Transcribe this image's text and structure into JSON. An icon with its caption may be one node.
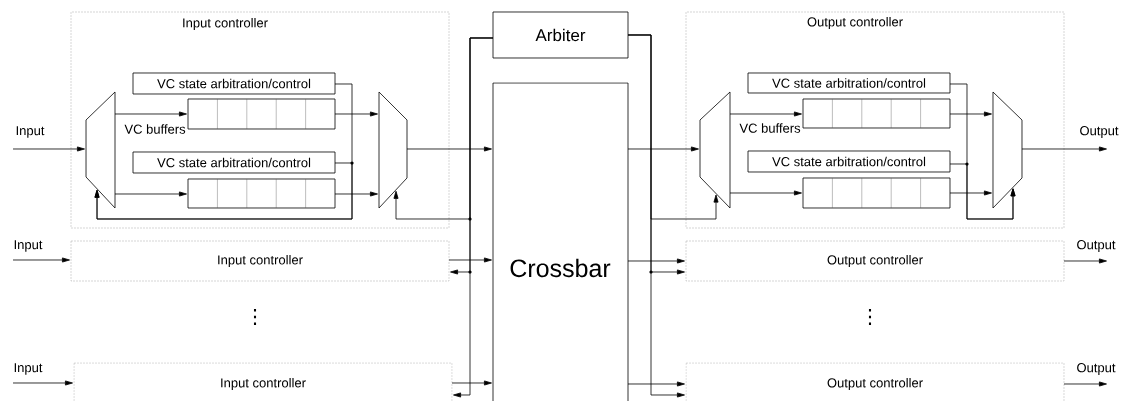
{
  "diagram": {
    "nodes": [
      {
        "text": [
          "Input controller"
        ]
      },
      {
        "text": [],
        "shape": "trapezoid",
        "in": 0
      },
      {
        "text": [
          "VC state arbitration/control"
        ],
        "in": 0
      },
      {
        "text": [],
        "shape": "box",
        "in": 0,
        "beside": [
          "VC buffers"
        ]
      },
      {
        "text": [
          "VC state arbitration/control"
        ],
        "in": 0
      },
      {
        "text": [],
        "shape": "box",
        "in": 0
      },
      {
        "text": [],
        "shape": "trapezoid",
        "in": 0
      },
      {
        "text": [
          "Arbiter"
        ]
      },
      {
        "text": [
          "Crossbar"
        ]
      },
      {
        "text": [
          "Output controller"
        ]
      },
      {
        "text": [],
        "shape": "trapezoid",
        "in": 9
      },
      {
        "text": [
          "VC state arbitration/control"
        ],
        "in": 9
      },
      {
        "text": [],
        "shape": "box",
        "in": 9,
        "beside": [
          "VC buffers"
        ]
      },
      {
        "text": [
          "VC state arbitration/control"
        ],
        "in": 9
      },
      {
        "text": [],
        "shape": "box",
        "in": 9
      },
      {
        "text": [],
        "shape": "trapezoid",
        "in": 9
      },
      {
        "text": [
          "Input controller"
        ]
      },
      {
        "text": [
          "Input controller"
        ]
      },
      {
        "text": [
          "Output controller"
        ]
      },
      {
        "text": [
          "Output controller"
        ]
      }
    ],
    "edges": [
      {
        "from": null,
        "to": 1,
        "arrow": "to",
        "label": "Input"
      },
      {
        "from": 1,
        "to": 3,
        "arrow": "to"
      },
      {
        "from": 1,
        "to": 5,
        "arrow": "to"
      },
      {
        "from": 3,
        "to": 6,
        "arrow": "to"
      },
      {
        "from": 5,
        "to": 6,
        "arrow": "to"
      },
      {
        "from": 2,
        "to": 1,
        "arrow": "to"
      },
      {
        "from": 4,
        "to": 1,
        "arrow": "to"
      },
      {
        "from": 6,
        "to": 8,
        "arrow": "to"
      },
      {
        "from": 7,
        "to": 6,
        "arrow": "to"
      },
      {
        "from": 7,
        "to": 16,
        "arrow": "to"
      },
      {
        "from": 7,
        "to": 17,
        "arrow": "to"
      },
      {
        "from": null,
        "to": 16,
        "arrow": "to",
        "label": "Input"
      },
      {
        "from": 16,
        "to": 8,
        "arrow": "to"
      },
      {
        "from": null,
        "to": 17,
        "arrow": "to",
        "label": "Input"
      },
      {
        "from": 17,
        "to": 8,
        "arrow": "to"
      },
      {
        "from": 8,
        "to": 10,
        "arrow": "to"
      },
      {
        "from": 10,
        "to": 12,
        "arrow": "to"
      },
      {
        "from": 10,
        "to": 14,
        "arrow": "to"
      },
      {
        "from": 12,
        "to": 15,
        "arrow": "to"
      },
      {
        "from": 14,
        "to": 15,
        "arrow": "to"
      },
      {
        "from": 11,
        "to": 15,
        "arrow": "to"
      },
      {
        "from": 13,
        "to": 15,
        "arrow": "to"
      },
      {
        "from": 7,
        "to": 10,
        "arrow": "to"
      },
      {
        "from": 15,
        "to": null,
        "arrow": "to",
        "label": "Output"
      },
      {
        "from": 8,
        "to": 18,
        "arrow": "to"
      },
      {
        "from": 7,
        "to": 18,
        "arrow": "to"
      },
      {
        "from": 18,
        "to": null,
        "arrow": "to",
        "label": "Output"
      },
      {
        "from": 8,
        "to": 19,
        "arrow": "to"
      },
      {
        "from": 7,
        "to": 19,
        "arrow": "to"
      },
      {
        "from": 19,
        "to": null,
        "arrow": "to",
        "label": "Output"
      }
    ],
    "labels": [
      "⋮",
      "⋮"
    ]
  }
}
